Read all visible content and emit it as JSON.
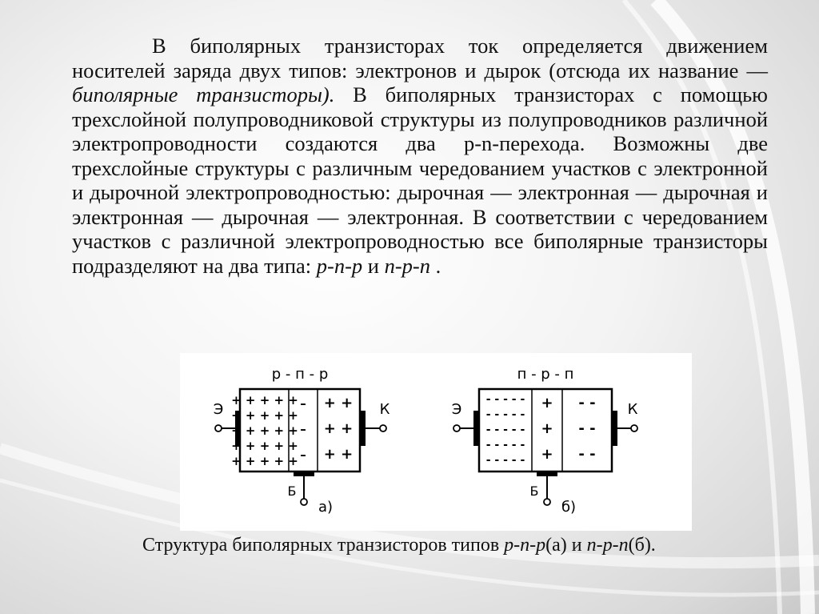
{
  "paragraph": {
    "part1": "В биполярных транзисторах ток определяется движением носителей заряда двух типов: электронов и дырок (отсюда их название — ",
    "italic_term": "биполярные транзисторы).",
    "part2": " В биполярных транзисторах с помощью трехслойной полупроводниковой структуры из полупроводников различной электропроводности создаются два p-n-перехода. Возможны две трехслойные структуры с различным чередованием участков с электронной и дырочной электропроводностью: дырочная — электронная — дырочная и электронная — дырочная — электронная. В соответствии с чередованием участков с различной электропроводностью все биполярные транзисторы подразделяют на два типа: ",
    "type1": "р-п-р",
    "conj": " и ",
    "type2": "п-р-п",
    "end": " ."
  },
  "figure": {
    "a": {
      "title": "р - п - р",
      "emitter": "Э",
      "collector": "К",
      "base": "Б",
      "sublabel": "а)",
      "layer1": [
        "+ + + + +",
        "+ + + + +",
        "+ + + + +",
        "+ + + + +",
        "+ + + + +"
      ],
      "layer2": [
        "–",
        "–",
        "–"
      ],
      "layer3": [
        "+   +",
        "+   +",
        "+   +"
      ]
    },
    "b": {
      "title": "п - р - п",
      "emitter": "Э",
      "collector": "К",
      "base": "Б",
      "sublabel": "б)",
      "layer1": [
        "- - - - -",
        "- - - - -",
        "- - - - -",
        "- - - - -",
        "- - - - -"
      ],
      "layer2": [
        "+",
        "+",
        "+"
      ],
      "layer3": [
        "-   -",
        "-   -",
        "-   -"
      ]
    }
  },
  "caption": {
    "prefix": "Структура биполярных транзисторов типов ",
    "t1": "р-п-р",
    "a": "(а) и ",
    "t2": "п-р-п",
    "b": "(б)."
  }
}
